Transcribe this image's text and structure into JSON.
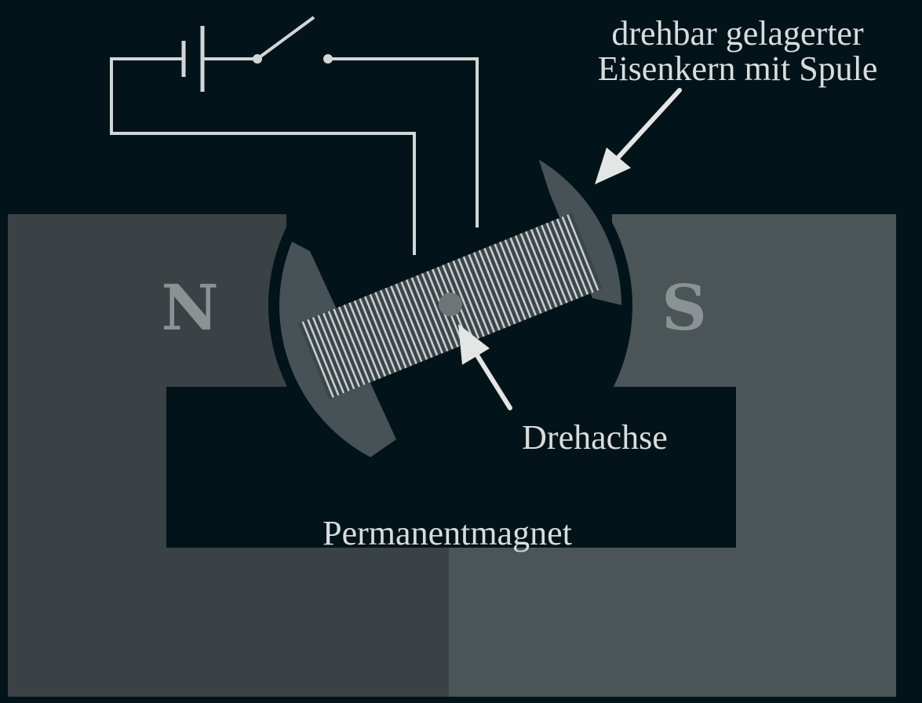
{
  "labels": {
    "rotor_title_line1": "drehbar gelagerter",
    "rotor_title_line2": "Eisenkern mit Spule",
    "axis": "Drehachse",
    "magnet": "Permanentmagnet",
    "north": "N",
    "south": "S"
  },
  "colors": {
    "background": "#02141a",
    "north_pole": "#3a4245",
    "south_pole": "#4b5558",
    "pole_shoe": "#465255",
    "coil_stripe": "#c8cdcd",
    "axis_dot": "#6e7576",
    "wire": "#d2d6d6",
    "label_text": "#d9dcdc",
    "pole_letter": "#8a9293"
  },
  "icons": {
    "battery": "battery-symbol",
    "switch": "open-switch-symbol",
    "pointer_rotor": "arrow-pointer",
    "pointer_axis": "arrow-pointer"
  },
  "coil": {
    "turns": 52
  }
}
